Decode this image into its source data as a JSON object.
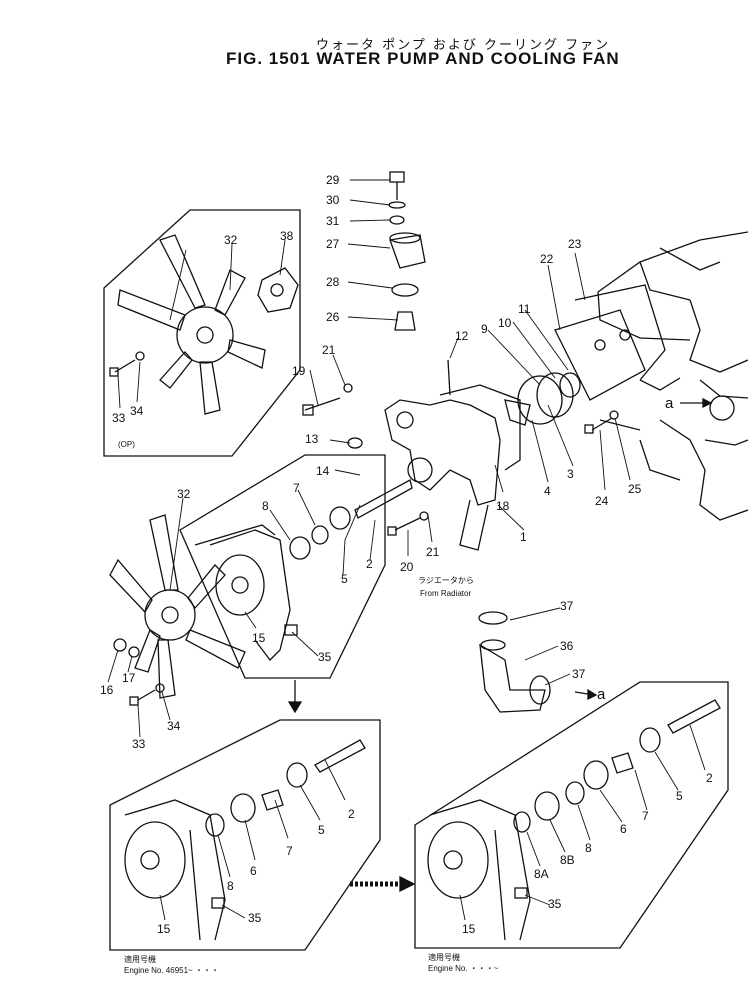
{
  "header": {
    "title_jp": "ウォータ ポンプ および クーリング ファン",
    "title_en": "FIG. 1501  WATER PUMP AND COOLING FAN"
  },
  "callouts": {
    "main": [
      "29",
      "30",
      "31",
      "27",
      "28",
      "26",
      "12",
      "9",
      "10",
      "11",
      "22",
      "23",
      "21",
      "19",
      "13",
      "14",
      "8",
      "7",
      "5",
      "2",
      "18",
      "4",
      "3",
      "24",
      "25",
      "20",
      "21",
      "1",
      "32",
      "16",
      "17",
      "33",
      "34",
      "15",
      "35",
      "37",
      "36",
      "37",
      "a",
      "a"
    ],
    "op_box": [
      "32",
      "38",
      "33",
      "34"
    ],
    "lower_left": [
      "2",
      "5",
      "7",
      "6",
      "8",
      "15",
      "35"
    ],
    "lower_right": [
      "2",
      "5",
      "7",
      "6",
      "8",
      "8A",
      "8B",
      "15",
      "35"
    ]
  },
  "notes": {
    "op": "(OP)",
    "from_radiator_jp": "ラジエータから",
    "from_radiator_en": "From Radiator",
    "left_engine_jp": "適用号機",
    "left_engine_en": "Engine No. 46951~ ・・・",
    "right_engine_jp": "適用号機",
    "right_engine_en": "Engine No.      ・・・~"
  }
}
